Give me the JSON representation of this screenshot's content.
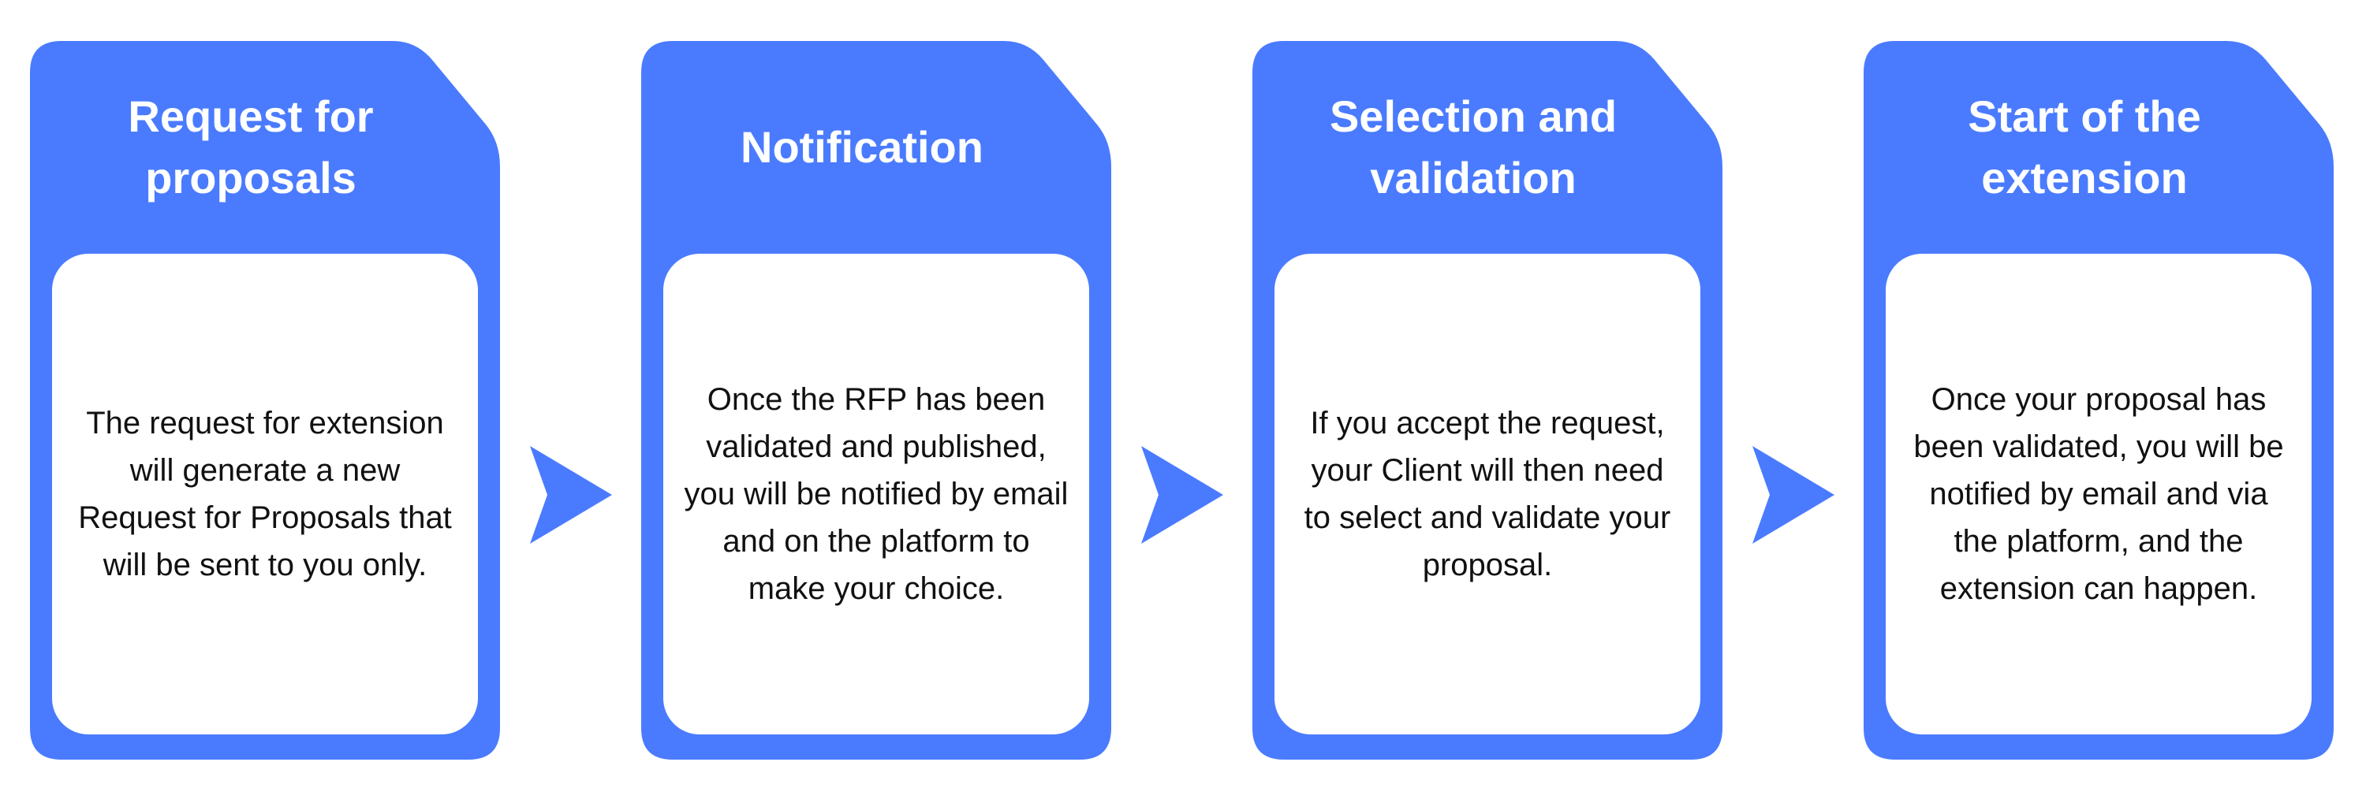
{
  "colors": {
    "accent": "#4a7bff",
    "card": "#ffffff",
    "text": "#111111",
    "title_text": "#ffffff"
  },
  "steps": [
    {
      "title": "Request for proposals",
      "description": "The request for extension will generate a new Request for Proposals that will be sent to you only."
    },
    {
      "title": "Notification",
      "description": "Once the RFP has been validated and published, you will be notified by email and on the  platform to make your choice."
    },
    {
      "title": "Selection and validation",
      "description": "If you accept the request, your Client will then need to select and validate your proposal."
    },
    {
      "title": "Start of the extension",
      "description": "Once your proposal has been validated, you will be notified by email and via the platform, and the extension can happen."
    }
  ],
  "connector_icon": "chevron-right-icon"
}
